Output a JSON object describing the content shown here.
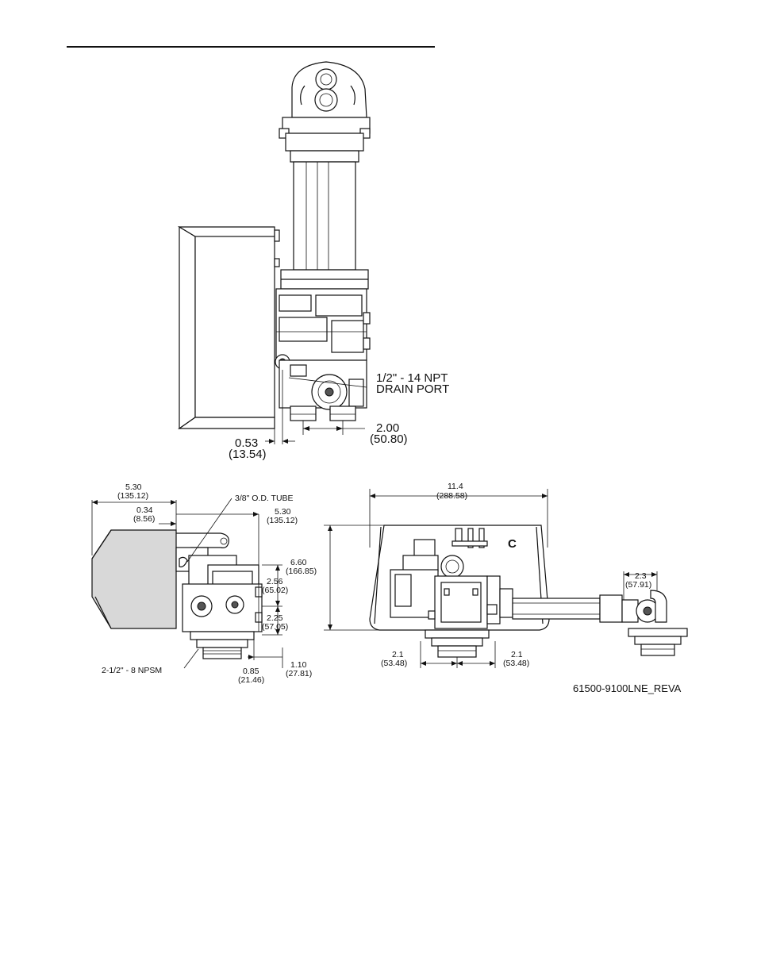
{
  "top_view": {
    "callout_drain_line1": "1/2\" - 14 NPT",
    "callout_drain_line2": "DRAIN PORT",
    "dim_offset_in": "0.53",
    "dim_offset_mm": "(13.54)",
    "dim_ports_in": "2.00",
    "dim_ports_mm": "(50.80)"
  },
  "side_view": {
    "dim_width_in": "5.30",
    "dim_width_mm": "(135.12)",
    "dim_edge_in": "0.34",
    "dim_edge_mm": "(8.56)",
    "dim_depth_in": "5.30",
    "dim_depth_mm": "(135.12)",
    "callout_tube": "3/8\" O.D. TUBE",
    "dim_upper_in": "2.56",
    "dim_upper_mm": "(65.02)",
    "dim_lower_in": "2.25",
    "dim_lower_mm": "(57.05)",
    "callout_thread": "2-1/2\" - 8 NPSM",
    "dim_center_in": "0.85",
    "dim_center_mm": "(21.46)",
    "dim_thread_in": "1.10",
    "dim_thread_mm": "(27.81)"
  },
  "front_view": {
    "dim_overall_in": "11.4",
    "dim_overall_mm": "(288.58)",
    "dim_height_in": "6.60",
    "dim_height_mm": "(166.85)",
    "dim_bypass_in": "2.3",
    "dim_bypass_mm": "(57.91)",
    "dim_left_in": "2.1",
    "dim_left_mm": "(53.48)",
    "dim_right_in": "2.1",
    "dim_right_mm": "(53.48)",
    "cover_mark": "C"
  },
  "drawing_number": "61500-9100LNE_REVA"
}
